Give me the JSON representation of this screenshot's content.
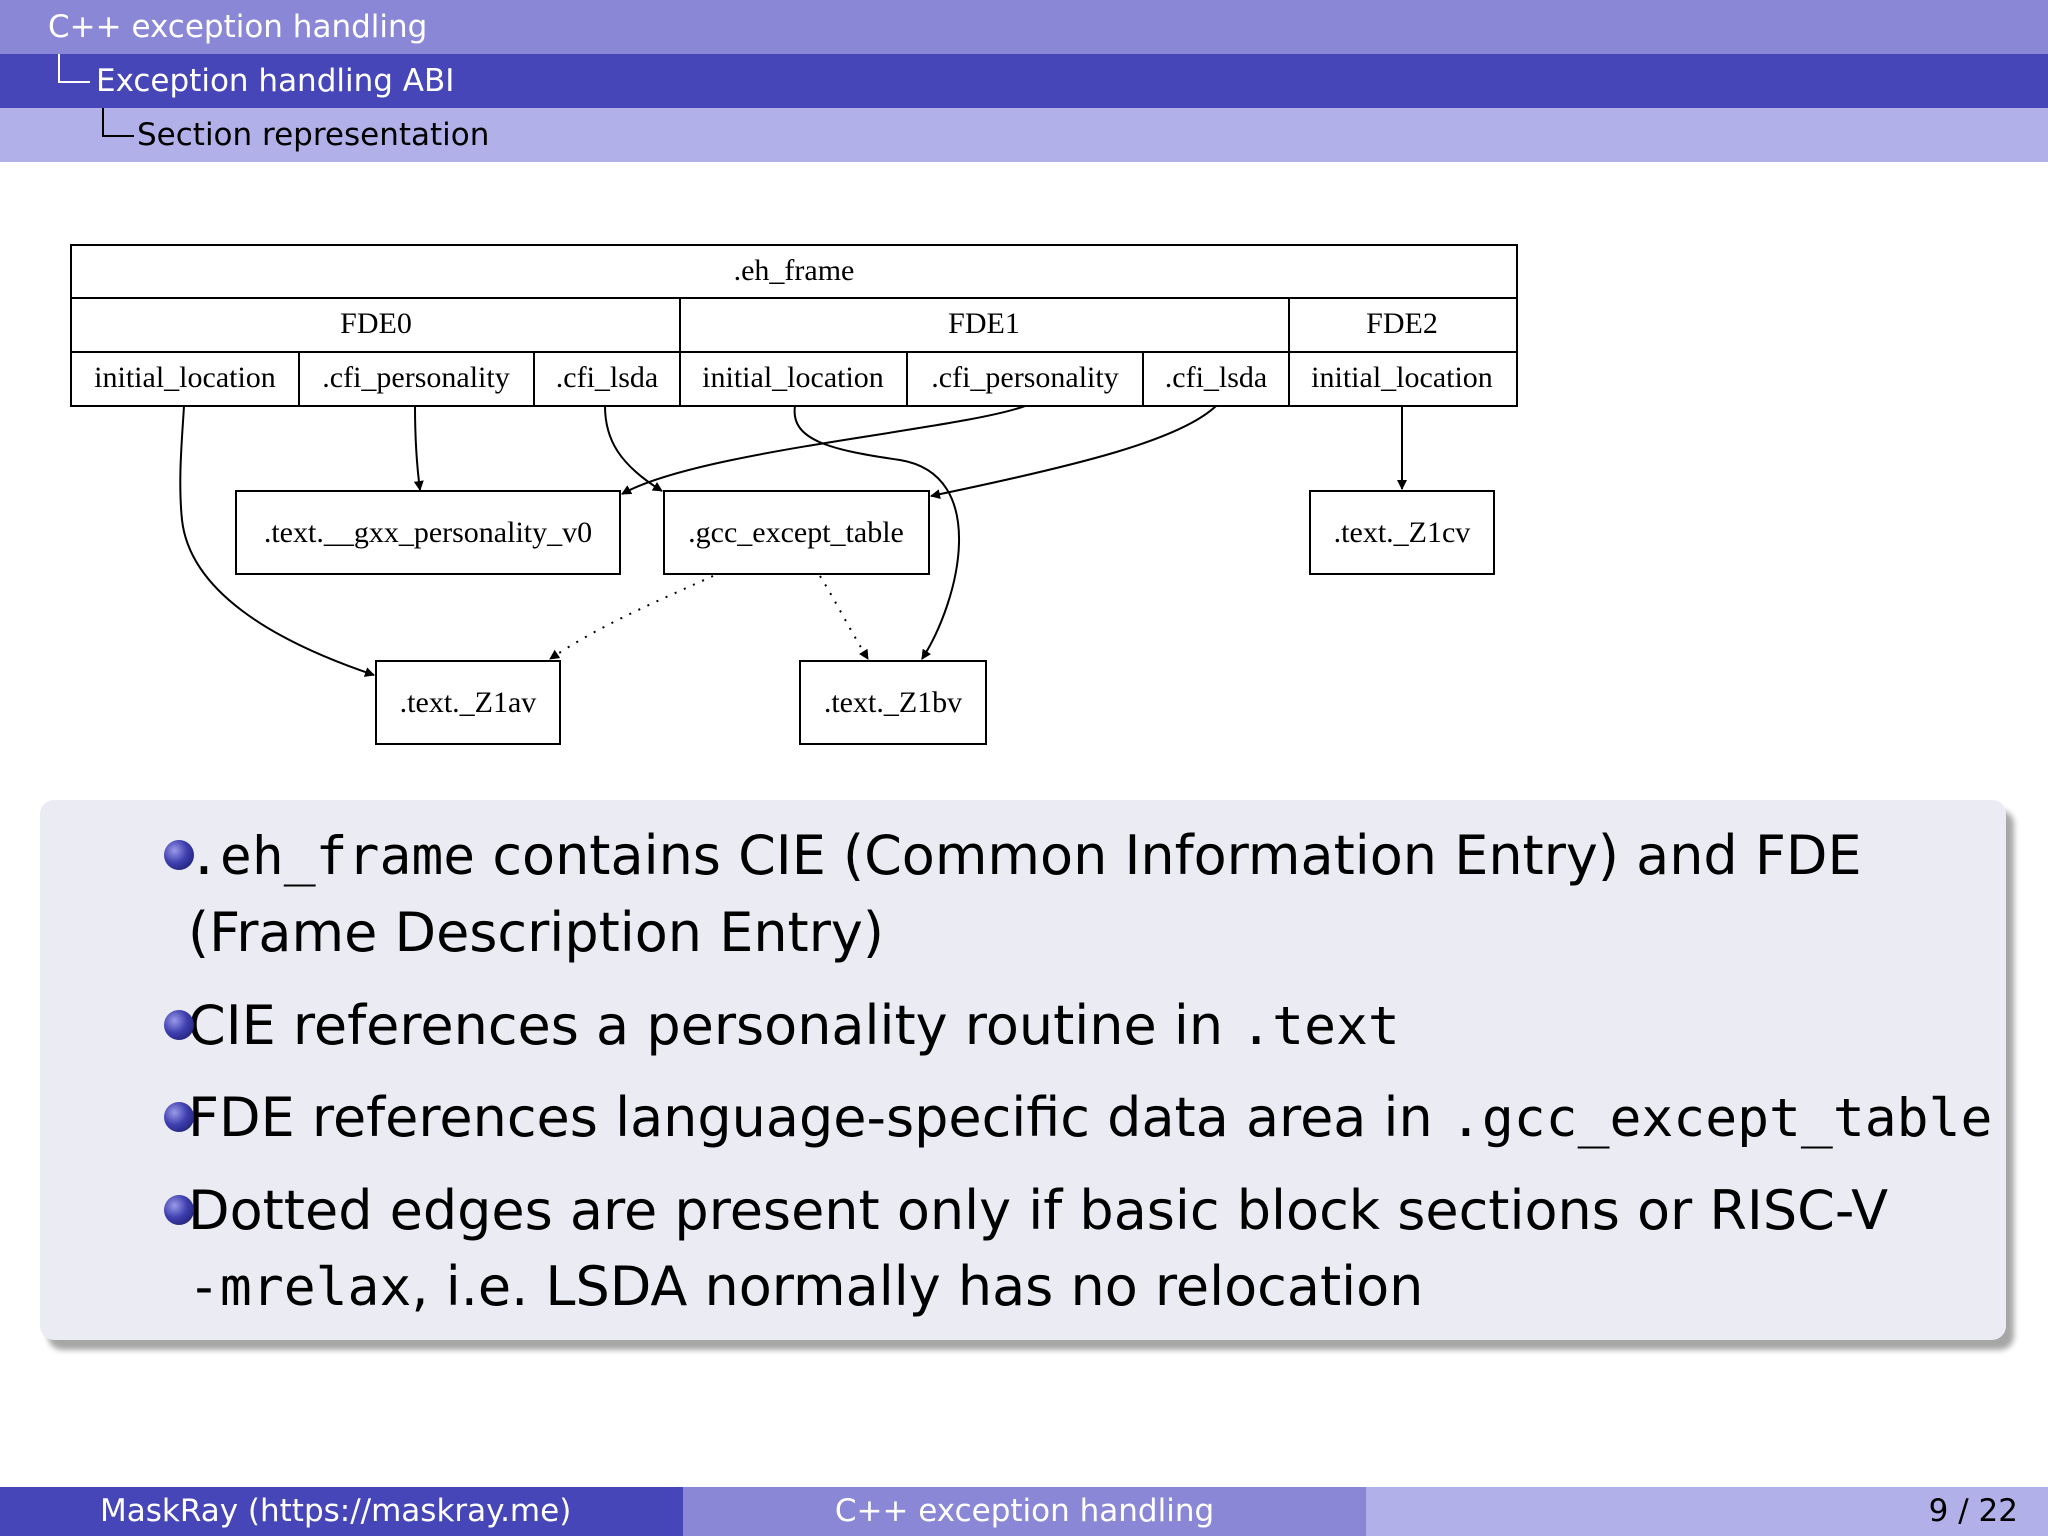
{
  "header": {
    "section": "C++ exception handling",
    "subsection": "Exception handling ABI",
    "subsubsection": "Section representation"
  },
  "diagram": {
    "record_title": ".eh_frame",
    "fdes": [
      "FDE0",
      "FDE1",
      "FDE2"
    ],
    "fields": [
      "initial_location",
      ".cfi_personality",
      ".cfi_lsda",
      "initial_location",
      ".cfi_personality",
      ".cfi_lsda",
      "initial_location"
    ],
    "nodes": {
      "personality": ".text.__gxx_personality_v0",
      "gcc_except_table": ".gcc_except_table",
      "z1cv": ".text._Z1cv",
      "z1av": ".text._Z1av",
      "z1bv": ".text._Z1bv"
    }
  },
  "bullets": [
    {
      "mono1": ".eh_frame",
      "text1": " contains CIE (Common Information Entry) and FDE",
      "text2": "(Frame Description Entry)"
    },
    {
      "text1": "CIE references a personality routine in ",
      "mono1": ".text"
    },
    {
      "text1": "FDE references language-specific data area in ",
      "mono1": ".gcc_except_table"
    },
    {
      "text1": "Dotted edges are present only if basic block sections or RISC-V",
      "mono2": "-mrelax",
      "text2": ", i.e.  LSDA normally has no relocation"
    }
  ],
  "footer": {
    "author": "MaskRay  (https://maskray.me)",
    "title": "C++ exception handling",
    "page": "9 / 22"
  },
  "colors": {
    "header_top": "#8a87d6",
    "header_mid": "#4646b8",
    "header_low": "#b1b0e8",
    "box_bg": "#ebebf4"
  }
}
